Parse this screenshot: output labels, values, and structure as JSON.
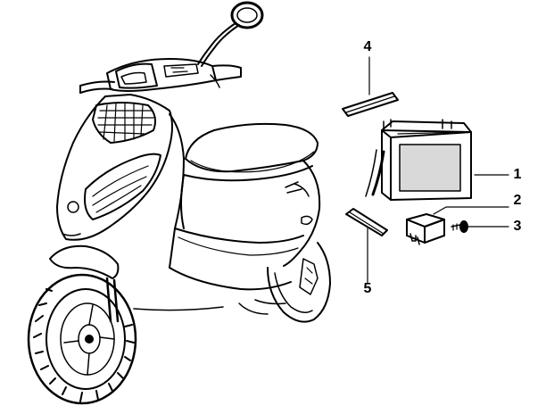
{
  "diagram": {
    "subject": "scooter-battery-parts",
    "ink_color": "#000000",
    "paper_color": "#ffffff"
  },
  "callouts": [
    {
      "label": "1",
      "part": "battery"
    },
    {
      "label": "2",
      "part": "relay-starter"
    },
    {
      "label": "3",
      "part": "screw"
    },
    {
      "label": "4",
      "part": "rubber-pad-upper"
    },
    {
      "label": "5",
      "part": "rubber-pad-lower"
    }
  ]
}
